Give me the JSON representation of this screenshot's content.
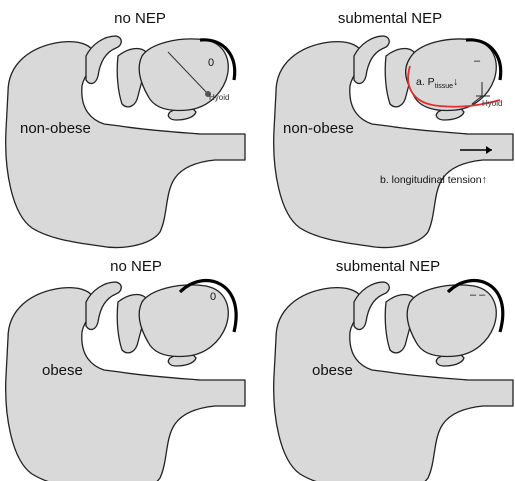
{
  "figure": {
    "panels": [
      {
        "title": "no NEP",
        "region_label": "non-obese",
        "pressure_sign": "0",
        "hyoid_label": "Hyoid"
      },
      {
        "title": "submental  NEP",
        "region_label": "non-obese",
        "pressure_sign": "–",
        "hyoid_label": "Hyoid",
        "annotation_a_prefix": "a. P",
        "annotation_a_subscript": "tissue",
        "annotation_a_suffix": "↓",
        "annotation_b": "b. longitudinal tension↑"
      },
      {
        "title": "no NEP",
        "region_label": "obese",
        "pressure_sign": "0"
      },
      {
        "title": "submental  NEP",
        "region_label": "obese",
        "pressure_sign": "– –"
      }
    ],
    "colors": {
      "tissue_fill": "#d9d9d9",
      "outline": "#222222",
      "nep_arc": "#000000",
      "tissue_pressure_line": "#e03030"
    }
  }
}
